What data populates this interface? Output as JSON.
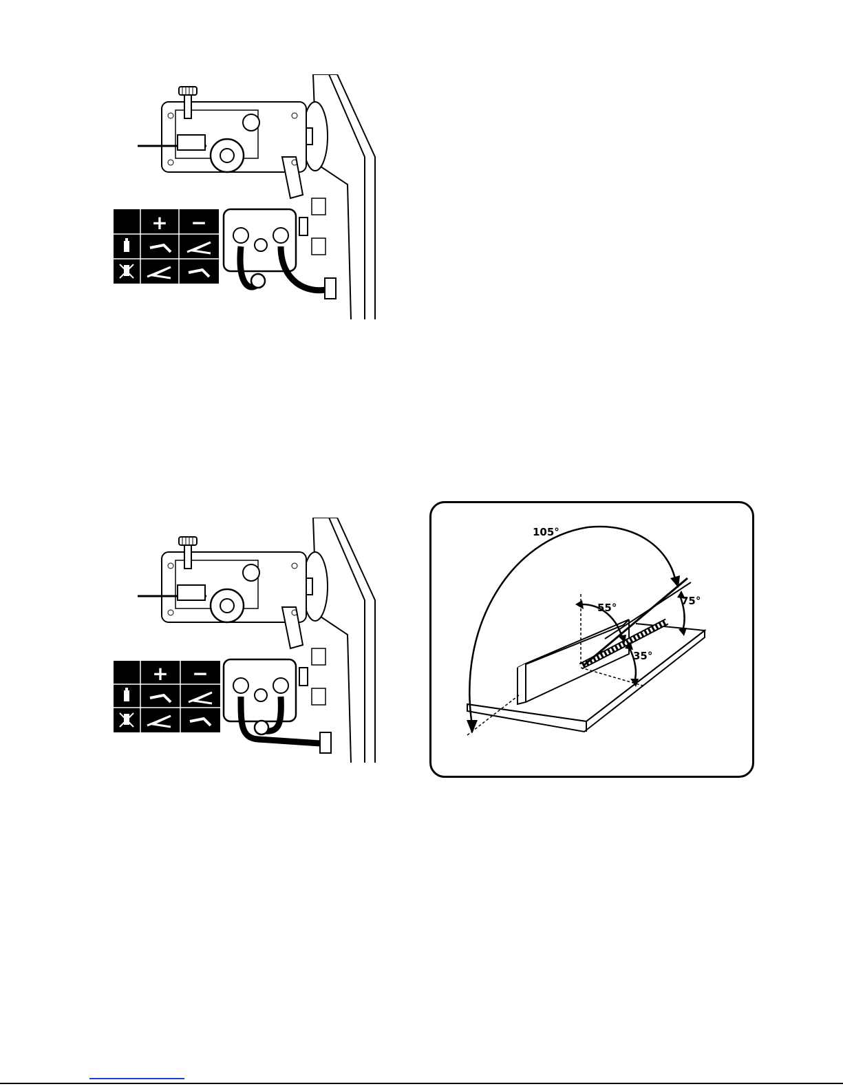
{
  "figures": {
    "polarity_a": {
      "plus_sign": "+",
      "minus_sign": "−"
    },
    "polarity_b": {
      "plus_sign": "+",
      "minus_sign": "−"
    },
    "welding_angles": {
      "angle_105": "105°",
      "angle_55": "55°",
      "angle_75": "75°",
      "angle_35": "35°"
    }
  },
  "colors": {
    "ink": "#000000",
    "paper": "#ffffff",
    "link_underline": "#1a3bd6"
  }
}
